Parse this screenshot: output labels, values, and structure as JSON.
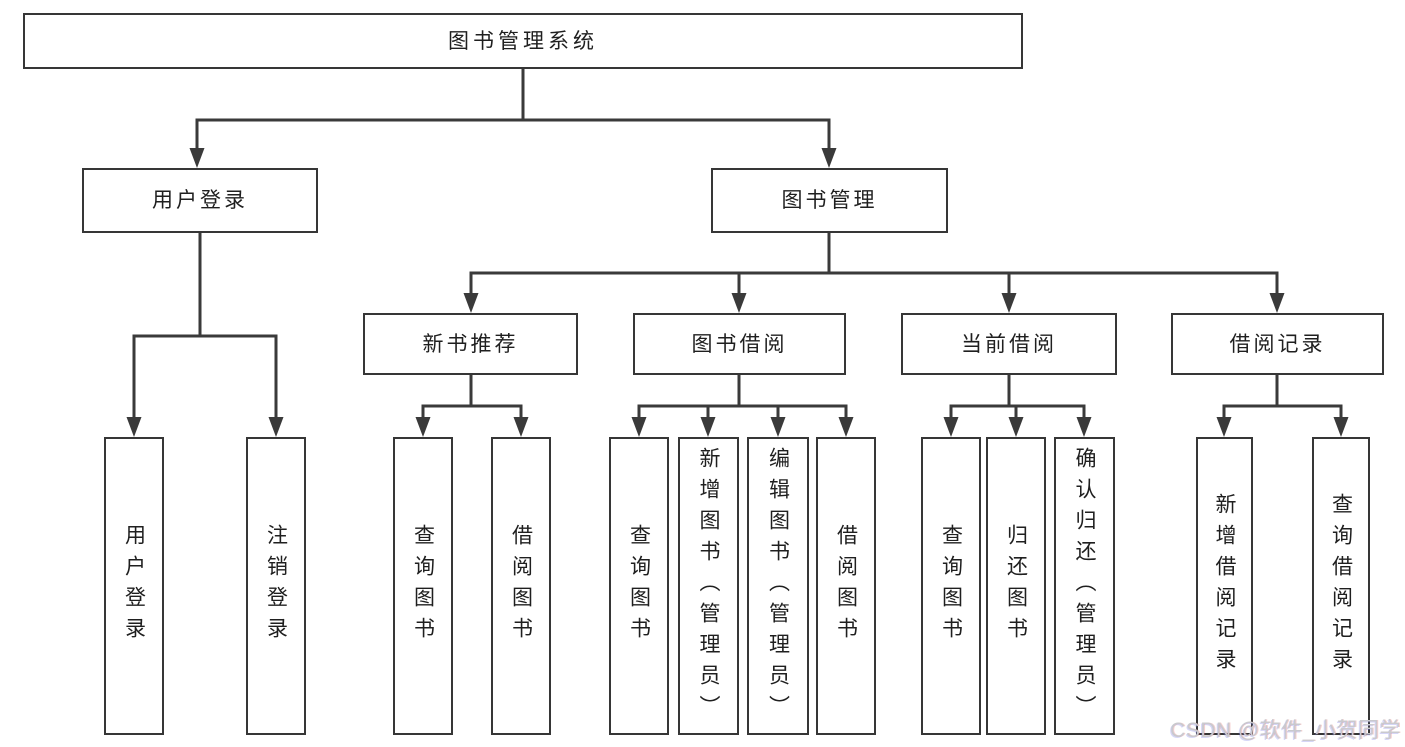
{
  "tree": {
    "label": "图书管理系统",
    "children": [
      {
        "label": "用户登录",
        "children": [
          {
            "label": "用户登录"
          },
          {
            "label": "注销登录"
          }
        ]
      },
      {
        "label": "图书管理",
        "children": [
          {
            "label": "新书推荐",
            "children": [
              {
                "label": "查询图书"
              },
              {
                "label": "借阅图书"
              }
            ]
          },
          {
            "label": "图书借阅",
            "children": [
              {
                "label": "查询图书"
              },
              {
                "label": "新增图书（管理员）"
              },
              {
                "label": "编辑图书（管理员）"
              },
              {
                "label": "借阅图书"
              }
            ]
          },
          {
            "label": "当前借阅",
            "children": [
              {
                "label": "查询图书"
              },
              {
                "label": "归还图书"
              },
              {
                "label": "确认归还（管理员）"
              }
            ]
          },
          {
            "label": "借阅记录",
            "children": [
              {
                "label": "新增借阅记录"
              },
              {
                "label": "查询借阅记录"
              }
            ]
          }
        ]
      }
    ]
  },
  "watermark": {
    "text": "CSDN @软件_小贺同学"
  },
  "colors": {
    "line": "#3a3a3a",
    "box_border": "#363636",
    "text": "#1f1f1f",
    "background": "#ffffff",
    "watermark": "#c9c9ce"
  }
}
